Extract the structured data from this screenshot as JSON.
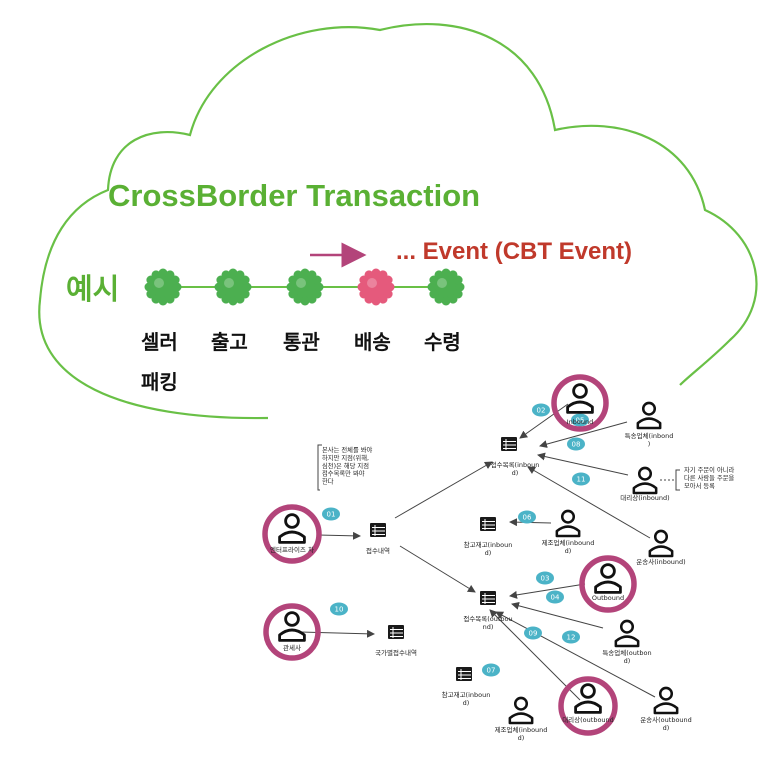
{
  "cloud": {
    "title": "CrossBorder Transaction",
    "example_label": "예시",
    "event_label": "... Event (CBT Event)",
    "stages": [
      {
        "label": "셀러",
        "color": "#4caf50"
      },
      {
        "label": "출고",
        "color": "#4caf50"
      },
      {
        "label": "통관",
        "color": "#4caf50"
      },
      {
        "label": "배송",
        "color": "#e55a7c"
      },
      {
        "label": "수령",
        "color": "#4caf50"
      }
    ],
    "stage_sub_label": "패킹"
  },
  "diagram": {
    "highlight_color": "#b3447a",
    "badge_color": "#4bb3c7",
    "note_hq": "본사는 전체를 봐야\n하지만 지점(위해,\n심천)은 해당 지점\n접수목록만 봐야\n한다",
    "note_agency": "자기 주문이 아니라\n다른 사람들 주문을\n모아서 등록",
    "actors": {
      "enterprise": "엔터프라이즈 차",
      "customs": "관세사",
      "inbound_highlight": "Inbound",
      "outbound_highlight": "Outbound",
      "shipping_in": "특송업체(inbond\n)",
      "agency_in": "대리상(inbound)",
      "carrier_in": "운송사(inbound)",
      "maker_in": "제조업체(inbound\nd)",
      "shipping_out": "특송업체(outbon\nd)",
      "agency_out": "대리상(outbound",
      "carrier_out": "운송사(outbound\nd)",
      "maker_out": "제조업체(inbound\nd)"
    },
    "tables": {
      "reception": "접수내역",
      "list_in": "접수목록(inboun\nd)",
      "ref_in": "참고재고(inboun\nd)",
      "list_out": "접수목록(outbou\nnd)",
      "national": "국가별접수내역",
      "ref_out": "참고재고(inboun\nd)"
    },
    "badges": [
      "01",
      "02",
      "03",
      "04",
      "05",
      "06",
      "07",
      "08",
      "09",
      "10",
      "11",
      "12"
    ]
  }
}
